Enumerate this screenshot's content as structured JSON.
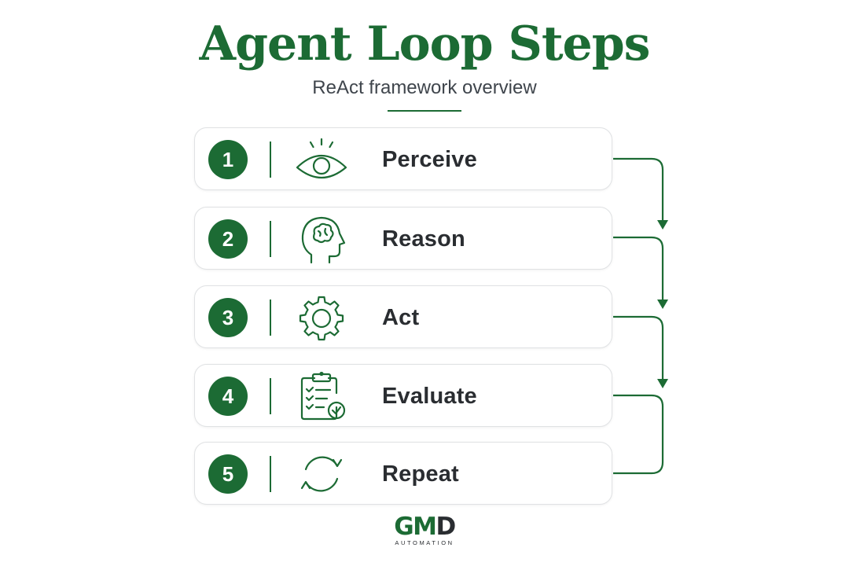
{
  "header": {
    "title": "Agent Loop Steps",
    "subtitle": "ReAct framework overview"
  },
  "steps": [
    {
      "number": "1",
      "label": "Perceive",
      "icon": "eye-icon"
    },
    {
      "number": "2",
      "label": "Reason",
      "icon": "brain-head-icon"
    },
    {
      "number": "3",
      "label": "Act",
      "icon": "gear-icon"
    },
    {
      "number": "4",
      "label": "Evaluate",
      "icon": "clipboard-check-icon"
    },
    {
      "number": "5",
      "label": "Repeat",
      "icon": "refresh-cycle-icon"
    }
  ],
  "logo": {
    "mark_g": "G",
    "mark_m": "M",
    "mark_d": "D",
    "tagline": "AUTOMATION"
  },
  "colors": {
    "accent": "#1c6b34",
    "text": "#2a2d31",
    "card_border": "#e0e2e4"
  }
}
